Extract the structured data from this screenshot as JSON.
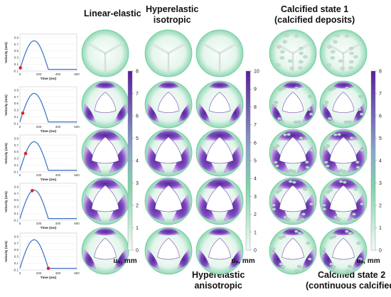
{
  "headers": {
    "linear_elastic": "Linear-elastic",
    "hyperelastic_iso_l1": "Hyperelastic",
    "hyperelastic_iso_l2": "isotropic",
    "calcified1_l1": "Calcified state 1",
    "calcified1_l2": "(calcified deposits)",
    "hyperelastic_aniso_l1": "Hyperelastic",
    "hyperelastic_aniso_l2": "anisotropic",
    "calcified2_l1": "Calcified state 2",
    "calcified2_l2": "(continuous calcified)"
  },
  "velocity_plot": {
    "ylabel": "Velocity (m/s)",
    "xlabel": "Time (ms)",
    "y_ticks": [
      "0.9",
      "0.7",
      "0.5",
      "0.3",
      "0.1",
      "-0.1"
    ],
    "x_ticks": [
      "0",
      "200",
      "400",
      "600"
    ],
    "curve_color": "#3b6fc4",
    "marker_color": "#e02020",
    "marker_times_ms": [
      5,
      30,
      60,
      130,
      300
    ]
  },
  "colorbars": [
    {
      "label": "uₛ, mm",
      "ticks": [
        "8",
        "7",
        "6",
        "5",
        "4",
        "3",
        "2",
        "1",
        "0"
      ],
      "max": 8
    },
    {
      "label": "uₛ, mm",
      "ticks": [
        "10",
        "9",
        "8",
        "7",
        "6",
        "5",
        "4",
        "3",
        "2",
        "1",
        "0"
      ],
      "max": 10
    },
    {
      "label": "uₛ, mm",
      "ticks": [
        "8",
        "7",
        "6",
        "5",
        "4",
        "3",
        "2",
        "1",
        "0"
      ],
      "max": 8
    }
  ],
  "colors": {
    "low": "#f3fbf6",
    "mid": "#7fd4aa",
    "high": "#5a1e9e",
    "ring": "#8fd9b4"
  }
}
